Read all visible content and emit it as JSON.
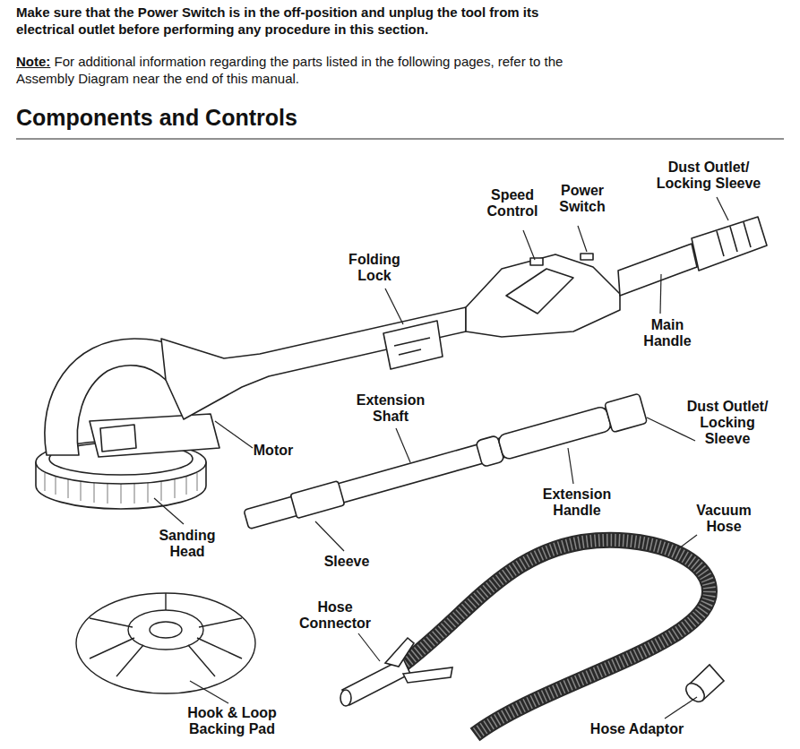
{
  "diagram": {
    "title": "Components and Controls",
    "labels": [
      "Make sure that the Power Switch is in the off-position and unplug the tool from its electrical outlet before performing any procedure in this section.",
      "Note:",
      "For additional information regarding the parts listed in the following pages, refer to the Assembly Diagram near the end of this manual.",
      "Speed Control",
      "Power Switch",
      "Dust Outlet/ Locking Sleeve",
      "Folding Lock",
      "Main Handle",
      "Extension Shaft",
      "Dust Outlet/ Locking Sleeve",
      "Motor",
      "Extension Handle",
      "Vacuum Hose",
      "Sanding Head",
      "Sleeve",
      "Hose Connector",
      "Hook & Loop Backing Pad",
      "Hose Adaptor"
    ]
  }
}
